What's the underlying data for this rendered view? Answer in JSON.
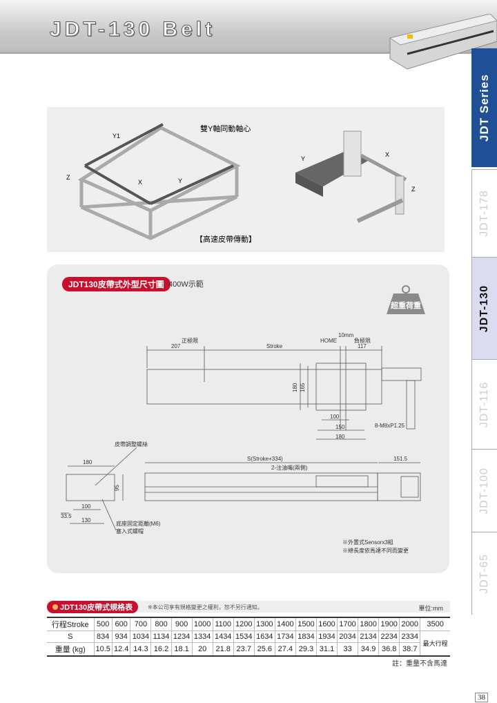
{
  "header": {
    "title": "JDT-130  Belt"
  },
  "tabs": [
    {
      "label": "JDT Series"
    },
    {
      "label": "JDT-178"
    },
    {
      "label": "JDT-130"
    },
    {
      "label": "JDT-116"
    },
    {
      "label": "JDT-100"
    },
    {
      "label": "JDT-65"
    }
  ],
  "overview": {
    "axis_y1": "Y1",
    "axis_x": "X",
    "axis_y": "Y",
    "axis_z": "Z",
    "dual_axis_note": "雙Y軸同動軸心",
    "caption": "【高速皮帶傳動】"
  },
  "dimension": {
    "title": "JDT130皮帶式外型尺寸圖",
    "subtitle": "400W示範",
    "badge": "超重荷重",
    "pos_limit": "正極限",
    "home": "HOME",
    "ten_mm": "10mm",
    "neg_limit": "負極限",
    "d207": "207",
    "stroke": "Stroke",
    "d117": "117",
    "d180": "180",
    "d165": "165",
    "d100": "100",
    "d150": "150",
    "d180b": "180",
    "screw": "8-M8xP1.25",
    "belt_adjust": "皮帶調整螺絲",
    "side_180": "180",
    "side_95": "95",
    "side_100": "100",
    "side_33_5": "33.5",
    "side_130": "130",
    "base_fix": "底座固定距離(M6)",
    "insert_nut": "塞入式螺帽",
    "s_len": "S(Stroke+334)",
    "oil": "2-注油嘴(兩側)",
    "d151_5": "151.5",
    "note1": "※外置式Sensorx3組",
    "note2": "※總長度依馬達不同而變更"
  },
  "spec": {
    "title": "JDT130皮帶式規格表",
    "disclaimer": "※本公司享有規格變更之權利，恕不另行通知。",
    "unit": "單位:mm",
    "rows": [
      {
        "label": "行程Stroke",
        "values": [
          "500",
          "600",
          "700",
          "800",
          "900",
          "1000",
          "1100",
          "1200",
          "1300",
          "1400",
          "1500",
          "1600",
          "1700",
          "1800",
          "1900",
          "2000"
        ]
      },
      {
        "label": "S",
        "values": [
          "834",
          "934",
          "1034",
          "1134",
          "1234",
          "1334",
          "1434",
          "1534",
          "1634",
          "1734",
          "1834",
          "1934",
          "2034",
          "2134",
          "2234",
          "2334"
        ]
      },
      {
        "label": "重量 (kg)",
        "values": [
          "10.5",
          "12.4",
          "14.3",
          "16.2",
          "18.1",
          "20",
          "21.8",
          "23.7",
          "25.6",
          "27.4",
          "29.3",
          "31.1",
          "33",
          "34.9",
          "36.8",
          "38.7"
        ]
      }
    ],
    "max_value": "3500",
    "max_label": "最大行程",
    "footnote": "註：重量不含馬達"
  },
  "page": {
    "number": "38"
  }
}
